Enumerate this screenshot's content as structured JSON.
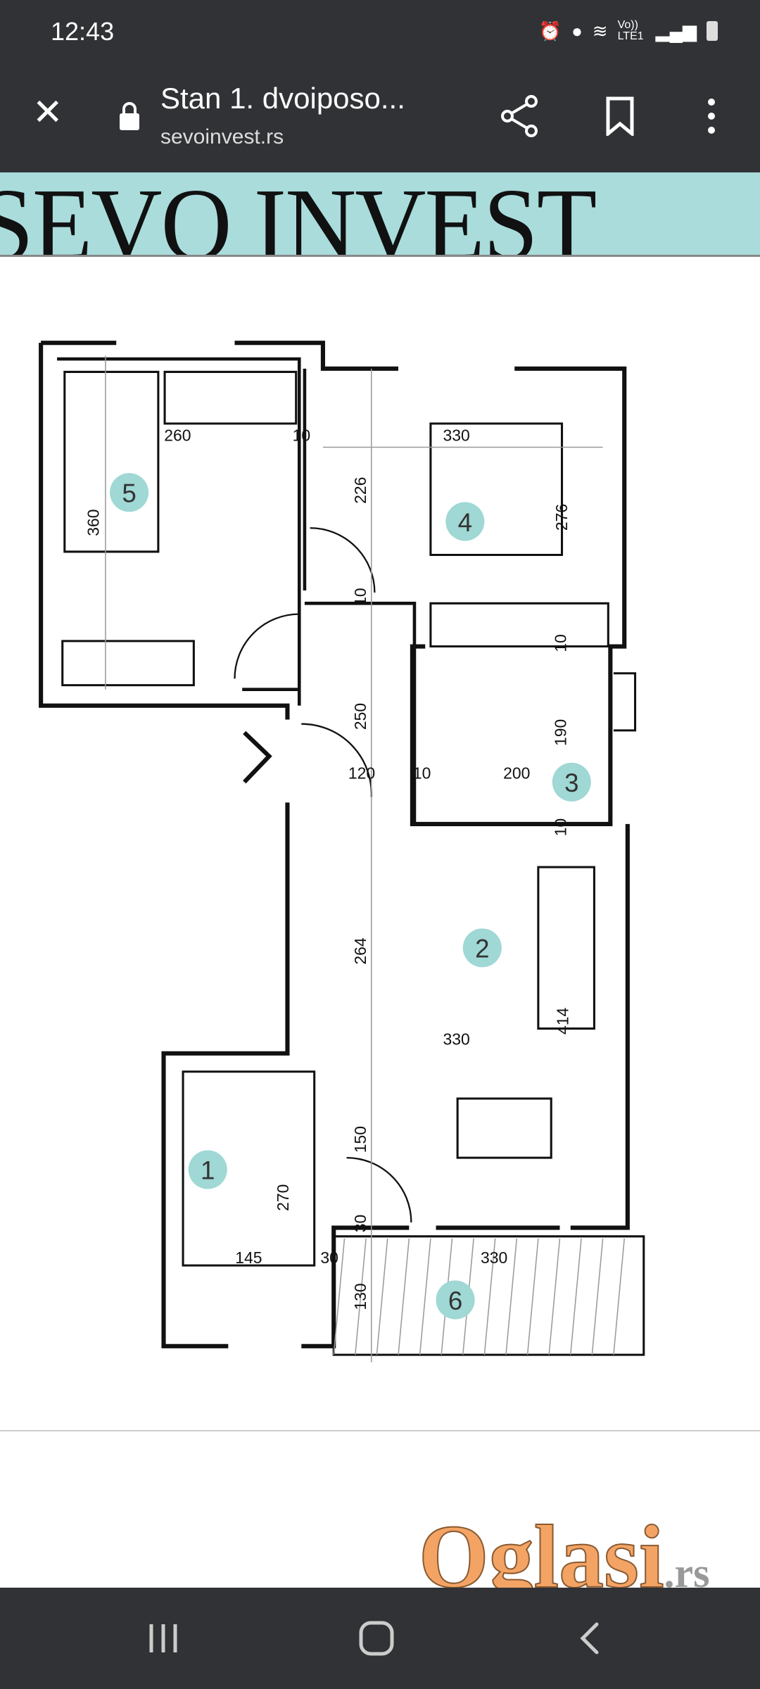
{
  "status_bar": {
    "time": "12:43",
    "network": "Vo)) LTE1"
  },
  "browser": {
    "title": "Stan 1. dvoiposo...",
    "url": "sevoinvest.rs"
  },
  "banner": {
    "text": "SEVO INVEST"
  },
  "floor_plan": {
    "rooms": [
      "1",
      "2",
      "3",
      "4",
      "5",
      "6"
    ],
    "dimensions": {
      "d260": "260",
      "d10a": "10",
      "d330a": "330",
      "d226": "226",
      "d276": "276",
      "d360": "360",
      "d10b": "10",
      "d250": "250",
      "d120": "120",
      "d10c": "10",
      "d200": "200",
      "d190": "190",
      "d10d": "10",
      "d10e": "10",
      "d264": "264",
      "d330b": "330",
      "d414": "414",
      "d150": "150",
      "d270": "270",
      "d145": "145",
      "d30a": "30",
      "d30b": "30",
      "d330c": "330",
      "d130": "130"
    }
  },
  "watermark": {
    "text": "Oglasi",
    ".rs": ".rs"
  },
  "colors": {
    "bar": "#303235",
    "banner": "#aadcdc",
    "room_badge": "#9fd8d4"
  }
}
